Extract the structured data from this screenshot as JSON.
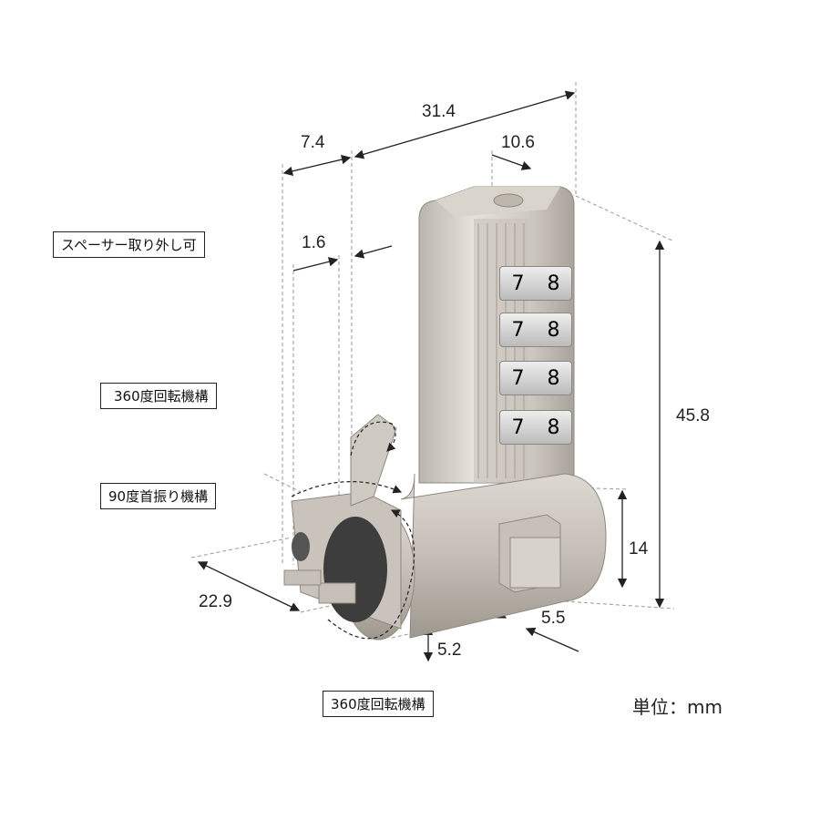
{
  "labels": {
    "spacer_removable": "スペーサー取り外し可",
    "rotation_360_upper": "360度回転機構",
    "swivel_90": "90度首振り機構",
    "rotation_360_lower": "360度回転機構"
  },
  "dimensions": {
    "overall_depth": "31.4",
    "spacer_offset": "7.4",
    "top_width": "10.6",
    "spacer_thickness": "1.6",
    "overall_height": "45.8",
    "base_height": "14",
    "head_length": "22.9",
    "button_offset": "5.5",
    "bottom_offset": "5.2"
  },
  "unit": "単位：mm",
  "dial_digits": [
    "7",
    "8"
  ]
}
